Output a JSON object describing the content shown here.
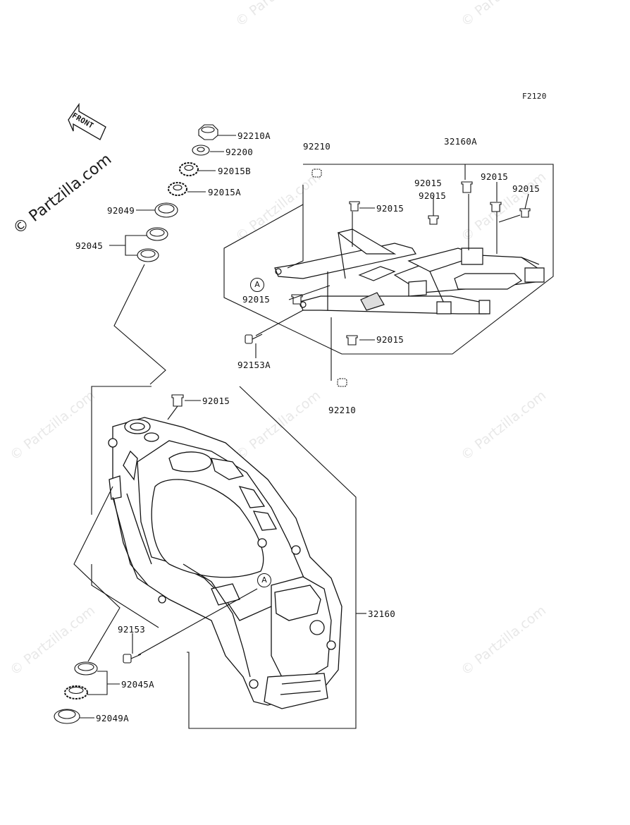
{
  "diagram": {
    "figure_code": "F2120",
    "front_label": "FRONT",
    "brand": "© Partzilla.com",
    "watermark": "© Partzilla.com",
    "ref_marker": "A",
    "parts": {
      "p92210A": "92210A",
      "p92200": "92200",
      "p92015B": "92015B",
      "p92015A": "92015A",
      "p92049": "92049",
      "p92045": "92045",
      "p92210_top": "92210",
      "p32160A": "32160A",
      "p92015_r1": "92015",
      "p92015_r2": "92015",
      "p92015_r3": "92015",
      "p92015_r4": "92015",
      "p92015_left": "92015",
      "p92015_bottom": "92015",
      "p92153A": "92153A",
      "p92210_bottom": "92210",
      "p92015_head": "92015",
      "p32160": "32160",
      "p92153": "92153",
      "p92045A": "92045A",
      "p92049A": "92049A"
    }
  }
}
